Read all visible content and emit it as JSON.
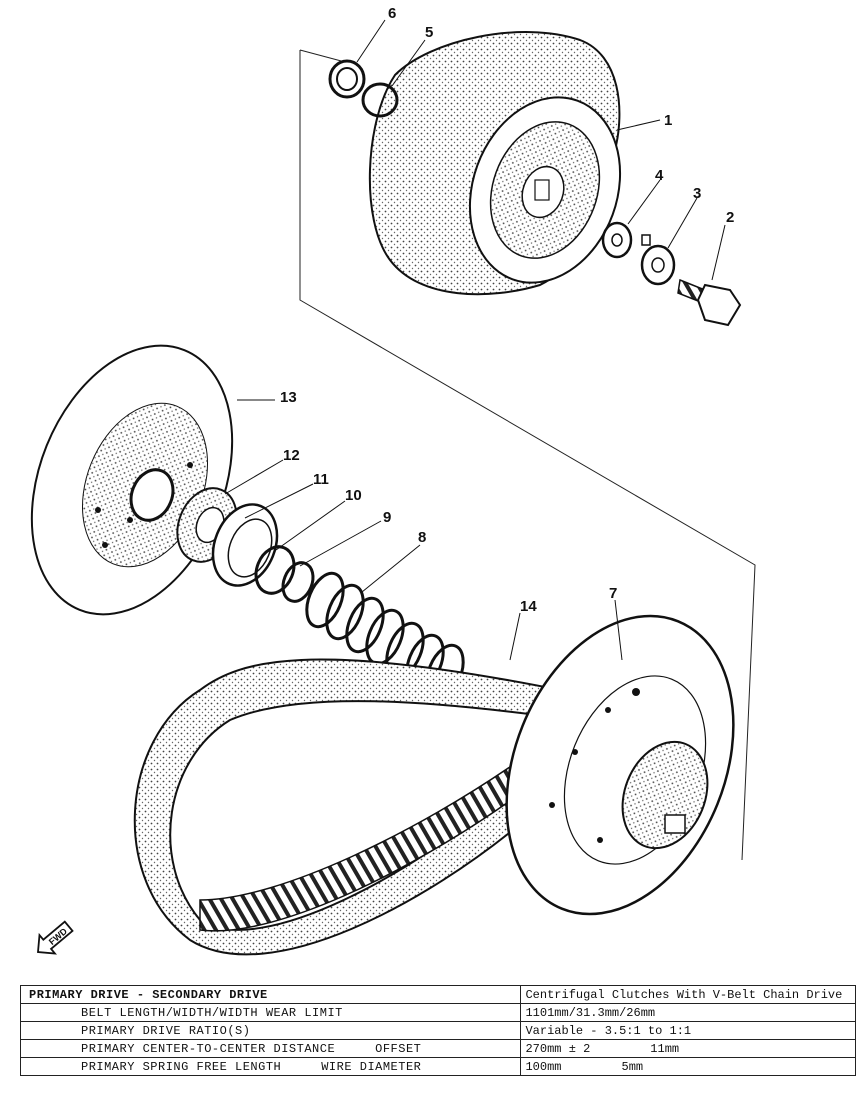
{
  "diagram": {
    "callouts": [
      "1",
      "2",
      "3",
      "4",
      "5",
      "6",
      "7",
      "8",
      "9",
      "10",
      "11",
      "12",
      "13",
      "14"
    ],
    "fwd_label": "FWD"
  },
  "spec_table": {
    "header": {
      "label": "PRIMARY DRIVE - SECONDARY DRIVE",
      "value": "Centrifugal Clutches With V-Belt Chain Drive"
    },
    "rows": [
      {
        "label": "BELT LENGTH/WIDTH/WIDTH WEAR LIMIT",
        "label_b": "",
        "value": "1101mm/31.3mm/26mm",
        "value_b": ""
      },
      {
        "label": "PRIMARY DRIVE RATIO(S)",
        "label_b": "",
        "value": "Variable - 3.5:1 to 1:1",
        "value_b": ""
      },
      {
        "label": "PRIMARY CENTER-TO-CENTER DISTANCE",
        "label_b": "OFFSET",
        "value": "270mm ± 2",
        "value_b": "11mm"
      },
      {
        "label": "PRIMARY SPRING FREE LENGTH",
        "label_b": "WIRE DIAMETER",
        "value": "100mm",
        "value_b": "5mm"
      }
    ]
  }
}
